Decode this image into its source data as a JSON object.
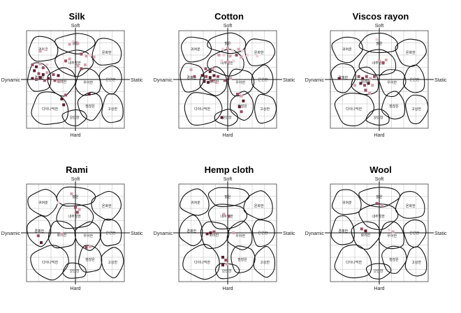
{
  "labels": {
    "soft": "Soft",
    "hard": "Hard",
    "dynamic": "Dynamic",
    "static": "Static"
  },
  "regions": [
    {
      "id": "r1",
      "label": "귀여운"
    },
    {
      "id": "r2",
      "label": "맑은"
    },
    {
      "id": "r3",
      "label": "온화한"
    },
    {
      "id": "r4",
      "label": "내추럴한"
    },
    {
      "id": "r5",
      "label": "경쾌한"
    },
    {
      "id": "r6",
      "label": "화려한"
    },
    {
      "id": "r7",
      "label": "우아한"
    },
    {
      "id": "r8",
      "label": "은은한"
    },
    {
      "id": "r9",
      "label": "다이나믹한"
    },
    {
      "id": "r10",
      "label": "점잖은"
    },
    {
      "id": "r11",
      "label": "고상한"
    },
    {
      "id": "r12",
      "label": "모던한"
    }
  ],
  "colors": {
    "dark": "#5a1e2c",
    "mid": "#9a4e62",
    "light": "#d3a3ae",
    "pale": "#ecd2d8"
  },
  "chart_data": [
    {
      "type": "scatter",
      "title": "Silk",
      "xlim": [
        -1,
        1
      ],
      "ylim": [
        -1,
        1
      ],
      "points": [
        {
          "x": -0.72,
          "y": 0.58,
          "c": "light"
        },
        {
          "x": -0.62,
          "y": 0.62,
          "c": "pale"
        },
        {
          "x": -0.12,
          "y": 0.72,
          "c": "light"
        },
        {
          "x": -0.05,
          "y": 0.78,
          "c": "pale"
        },
        {
          "x": 0.05,
          "y": 0.74,
          "c": "light"
        },
        {
          "x": 0.12,
          "y": 0.52,
          "c": "mid"
        },
        {
          "x": 0.22,
          "y": 0.48,
          "c": "light"
        },
        {
          "x": 0.3,
          "y": 0.5,
          "c": "pale"
        },
        {
          "x": 0.38,
          "y": 0.46,
          "c": "light"
        },
        {
          "x": -0.12,
          "y": 0.42,
          "c": "light"
        },
        {
          "x": -0.2,
          "y": 0.38,
          "c": "mid"
        },
        {
          "x": -0.88,
          "y": 0.3,
          "c": "mid"
        },
        {
          "x": -0.8,
          "y": 0.26,
          "c": "dark"
        },
        {
          "x": -0.72,
          "y": 0.32,
          "c": "light"
        },
        {
          "x": -0.66,
          "y": 0.24,
          "c": "mid"
        },
        {
          "x": -0.58,
          "y": 0.3,
          "c": "pale"
        },
        {
          "x": -0.84,
          "y": 0.18,
          "c": "dark"
        },
        {
          "x": -0.75,
          "y": 0.12,
          "c": "mid"
        },
        {
          "x": -0.66,
          "y": 0.1,
          "c": "dark"
        },
        {
          "x": -0.58,
          "y": 0.14,
          "c": "light"
        },
        {
          "x": -0.88,
          "y": 0.02,
          "c": "dark"
        },
        {
          "x": -0.8,
          "y": 0.0,
          "c": "mid"
        },
        {
          "x": -0.72,
          "y": 0.04,
          "c": "dark"
        },
        {
          "x": -0.63,
          "y": -0.02,
          "c": "mid"
        },
        {
          "x": -0.55,
          "y": 0.02,
          "c": "dark"
        },
        {
          "x": -0.45,
          "y": 0.1,
          "c": "mid"
        },
        {
          "x": -0.35,
          "y": 0.08,
          "c": "dark"
        },
        {
          "x": -0.42,
          "y": -0.02,
          "c": "mid"
        },
        {
          "x": -0.32,
          "y": -0.04,
          "c": "light"
        },
        {
          "x": 0.05,
          "y": 0.28,
          "c": "light"
        },
        {
          "x": 0.12,
          "y": 0.22,
          "c": "mid"
        },
        {
          "x": 0.2,
          "y": 0.3,
          "c": "light"
        },
        {
          "x": -0.28,
          "y": -0.4,
          "c": "dark"
        },
        {
          "x": -0.2,
          "y": -0.32,
          "c": "mid"
        },
        {
          "x": 0.28,
          "y": -0.3,
          "c": "dark"
        },
        {
          "x": -0.24,
          "y": -0.52,
          "c": "dark"
        }
      ]
    },
    {
      "type": "scatter",
      "title": "Cotton",
      "xlim": [
        -1,
        1
      ],
      "ylim": [
        -1,
        1
      ],
      "points": [
        {
          "x": -0.1,
          "y": 0.62,
          "c": "pale"
        },
        {
          "x": 0.0,
          "y": 0.64,
          "c": "light"
        },
        {
          "x": 0.1,
          "y": 0.6,
          "c": "pale"
        },
        {
          "x": 0.22,
          "y": 0.62,
          "c": "light"
        },
        {
          "x": 0.3,
          "y": 0.58,
          "c": "pale"
        },
        {
          "x": -0.18,
          "y": 0.5,
          "c": "light"
        },
        {
          "x": -0.08,
          "y": 0.5,
          "c": "pale"
        },
        {
          "x": 0.05,
          "y": 0.48,
          "c": "light"
        },
        {
          "x": 0.18,
          "y": 0.5,
          "c": "mid"
        },
        {
          "x": 0.28,
          "y": 0.46,
          "c": "light"
        },
        {
          "x": 0.4,
          "y": 0.5,
          "c": "pale"
        },
        {
          "x": -0.12,
          "y": 0.38,
          "c": "pale"
        },
        {
          "x": 0.0,
          "y": 0.36,
          "c": "light"
        },
        {
          "x": 0.12,
          "y": 0.38,
          "c": "pale"
        },
        {
          "x": 0.6,
          "y": 0.48,
          "c": "pale"
        },
        {
          "x": -0.75,
          "y": 0.2,
          "c": "light"
        },
        {
          "x": -0.68,
          "y": 0.06,
          "c": "mid"
        },
        {
          "x": -0.45,
          "y": 0.22,
          "c": "mid"
        },
        {
          "x": -0.36,
          "y": 0.16,
          "c": "dark"
        },
        {
          "x": -0.3,
          "y": 0.22,
          "c": "light"
        },
        {
          "x": -0.52,
          "y": 0.08,
          "c": "dark"
        },
        {
          "x": -0.44,
          "y": 0.06,
          "c": "mid"
        },
        {
          "x": -0.36,
          "y": 0.04,
          "c": "dark"
        },
        {
          "x": -0.28,
          "y": 0.08,
          "c": "dark"
        },
        {
          "x": -0.2,
          "y": 0.06,
          "c": "mid"
        },
        {
          "x": -0.48,
          "y": -0.04,
          "c": "dark"
        },
        {
          "x": -0.4,
          "y": -0.06,
          "c": "dark"
        },
        {
          "x": -0.32,
          "y": -0.02,
          "c": "mid"
        },
        {
          "x": -0.24,
          "y": -0.06,
          "c": "light"
        },
        {
          "x": -0.06,
          "y": -0.02,
          "c": "mid"
        },
        {
          "x": 0.06,
          "y": 0.02,
          "c": "light"
        },
        {
          "x": 0.2,
          "y": -0.3,
          "c": "mid"
        },
        {
          "x": 0.28,
          "y": -0.34,
          "c": "light"
        },
        {
          "x": 0.32,
          "y": -0.44,
          "c": "dark"
        },
        {
          "x": 0.24,
          "y": -0.56,
          "c": "dark"
        },
        {
          "x": 0.28,
          "y": -0.66,
          "c": "mid"
        },
        {
          "x": -0.12,
          "y": -0.78,
          "c": "dark"
        }
      ]
    },
    {
      "type": "scatter",
      "title": "Viscos rayon",
      "xlim": [
        -1,
        1
      ],
      "ylim": [
        -1,
        1
      ],
      "points": [
        {
          "x": -0.05,
          "y": 0.82,
          "c": "pale"
        },
        {
          "x": 0.0,
          "y": 0.38,
          "c": "light"
        },
        {
          "x": 0.08,
          "y": 0.34,
          "c": "mid"
        },
        {
          "x": 0.14,
          "y": 0.4,
          "c": "light"
        },
        {
          "x": -0.82,
          "y": 0.02,
          "c": "dark"
        },
        {
          "x": -0.42,
          "y": 0.06,
          "c": "mid"
        },
        {
          "x": -0.34,
          "y": 0.02,
          "c": "dark"
        },
        {
          "x": -0.26,
          "y": 0.06,
          "c": "mid"
        },
        {
          "x": -0.18,
          "y": 0.02,
          "c": "light"
        },
        {
          "x": -0.1,
          "y": 0.06,
          "c": "mid"
        },
        {
          "x": -0.38,
          "y": -0.08,
          "c": "dark"
        },
        {
          "x": -0.3,
          "y": -0.12,
          "c": "mid"
        },
        {
          "x": -0.22,
          "y": -0.08,
          "c": "dark"
        },
        {
          "x": -0.14,
          "y": -0.12,
          "c": "light"
        },
        {
          "x": -0.28,
          "y": -0.22,
          "c": "mid"
        },
        {
          "x": -0.2,
          "y": -0.28,
          "c": "light"
        },
        {
          "x": -0.5,
          "y": -0.12,
          "c": "light"
        }
      ]
    },
    {
      "type": "scatter",
      "title": "Rami",
      "xlim": [
        -1,
        1
      ],
      "ylim": [
        -1,
        1
      ],
      "points": [
        {
          "x": -0.35,
          "y": 0.62,
          "c": "pale"
        },
        {
          "x": -0.08,
          "y": 0.8,
          "c": "light"
        },
        {
          "x": 0.0,
          "y": 0.52,
          "c": "mid"
        },
        {
          "x": 0.08,
          "y": 0.48,
          "c": "light"
        },
        {
          "x": 0.04,
          "y": 0.42,
          "c": "mid"
        },
        {
          "x": -0.76,
          "y": -0.06,
          "c": "mid"
        },
        {
          "x": -0.7,
          "y": -0.2,
          "c": "dark"
        },
        {
          "x": -0.28,
          "y": -0.02,
          "c": "light"
        },
        {
          "x": 0.22,
          "y": -0.3,
          "c": "mid"
        },
        {
          "x": 0.3,
          "y": -0.28,
          "c": "light"
        }
      ]
    },
    {
      "type": "scatter",
      "title": "Hemp cloth",
      "xlim": [
        -1,
        1
      ],
      "ylim": [
        -1,
        1
      ],
      "points": [
        {
          "x": -0.08,
          "y": 0.38,
          "c": "light"
        },
        {
          "x": 0.02,
          "y": 0.34,
          "c": "mid"
        },
        {
          "x": -0.35,
          "y": 0.0,
          "c": "dark"
        },
        {
          "x": -0.28,
          "y": 0.02,
          "c": "mid"
        },
        {
          "x": -0.42,
          "y": -0.02,
          "c": "dark"
        },
        {
          "x": 0.12,
          "y": 0.0,
          "c": "light"
        },
        {
          "x": -0.1,
          "y": -0.5,
          "c": "dark"
        },
        {
          "x": -0.04,
          "y": -0.56,
          "c": "mid"
        },
        {
          "x": -0.1,
          "y": -0.66,
          "c": "dark"
        },
        {
          "x": -0.02,
          "y": -0.64,
          "c": "light"
        }
      ]
    },
    {
      "type": "scatter",
      "title": "Wool",
      "xlim": [
        -1,
        1
      ],
      "ylim": [
        -1,
        1
      ],
      "points": [
        {
          "x": -0.05,
          "y": 0.6,
          "c": "mid"
        },
        {
          "x": 0.06,
          "y": 0.56,
          "c": "light"
        },
        {
          "x": -0.36,
          "y": 0.08,
          "c": "mid"
        },
        {
          "x": -0.28,
          "y": 0.04,
          "c": "dark"
        },
        {
          "x": 0.2,
          "y": 0.06,
          "c": "pale"
        },
        {
          "x": 0.28,
          "y": 0.02,
          "c": "light"
        }
      ]
    }
  ]
}
